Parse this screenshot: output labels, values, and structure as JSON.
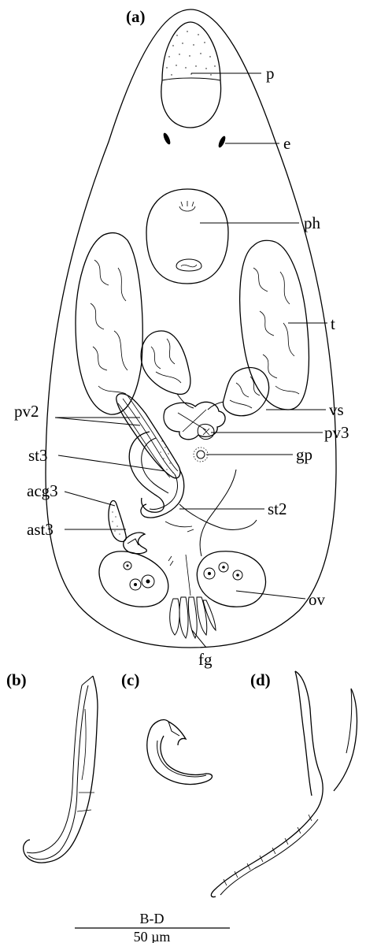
{
  "panels": {
    "a": "(a)",
    "b": "(b)",
    "c": "(c)",
    "d": "(d)"
  },
  "labels": {
    "p": "p",
    "e": "e",
    "ph": "ph",
    "t": "t",
    "vs": "vs",
    "pv2": "pv2",
    "pv3": "pv3",
    "st3": "st3",
    "gp": "gp",
    "acg3": "acg3",
    "st2": "st2",
    "ast3": "ast3",
    "ov": "ov",
    "fg": "fg"
  },
  "scale_bar": {
    "title": "B-D",
    "value": "50 µm"
  }
}
